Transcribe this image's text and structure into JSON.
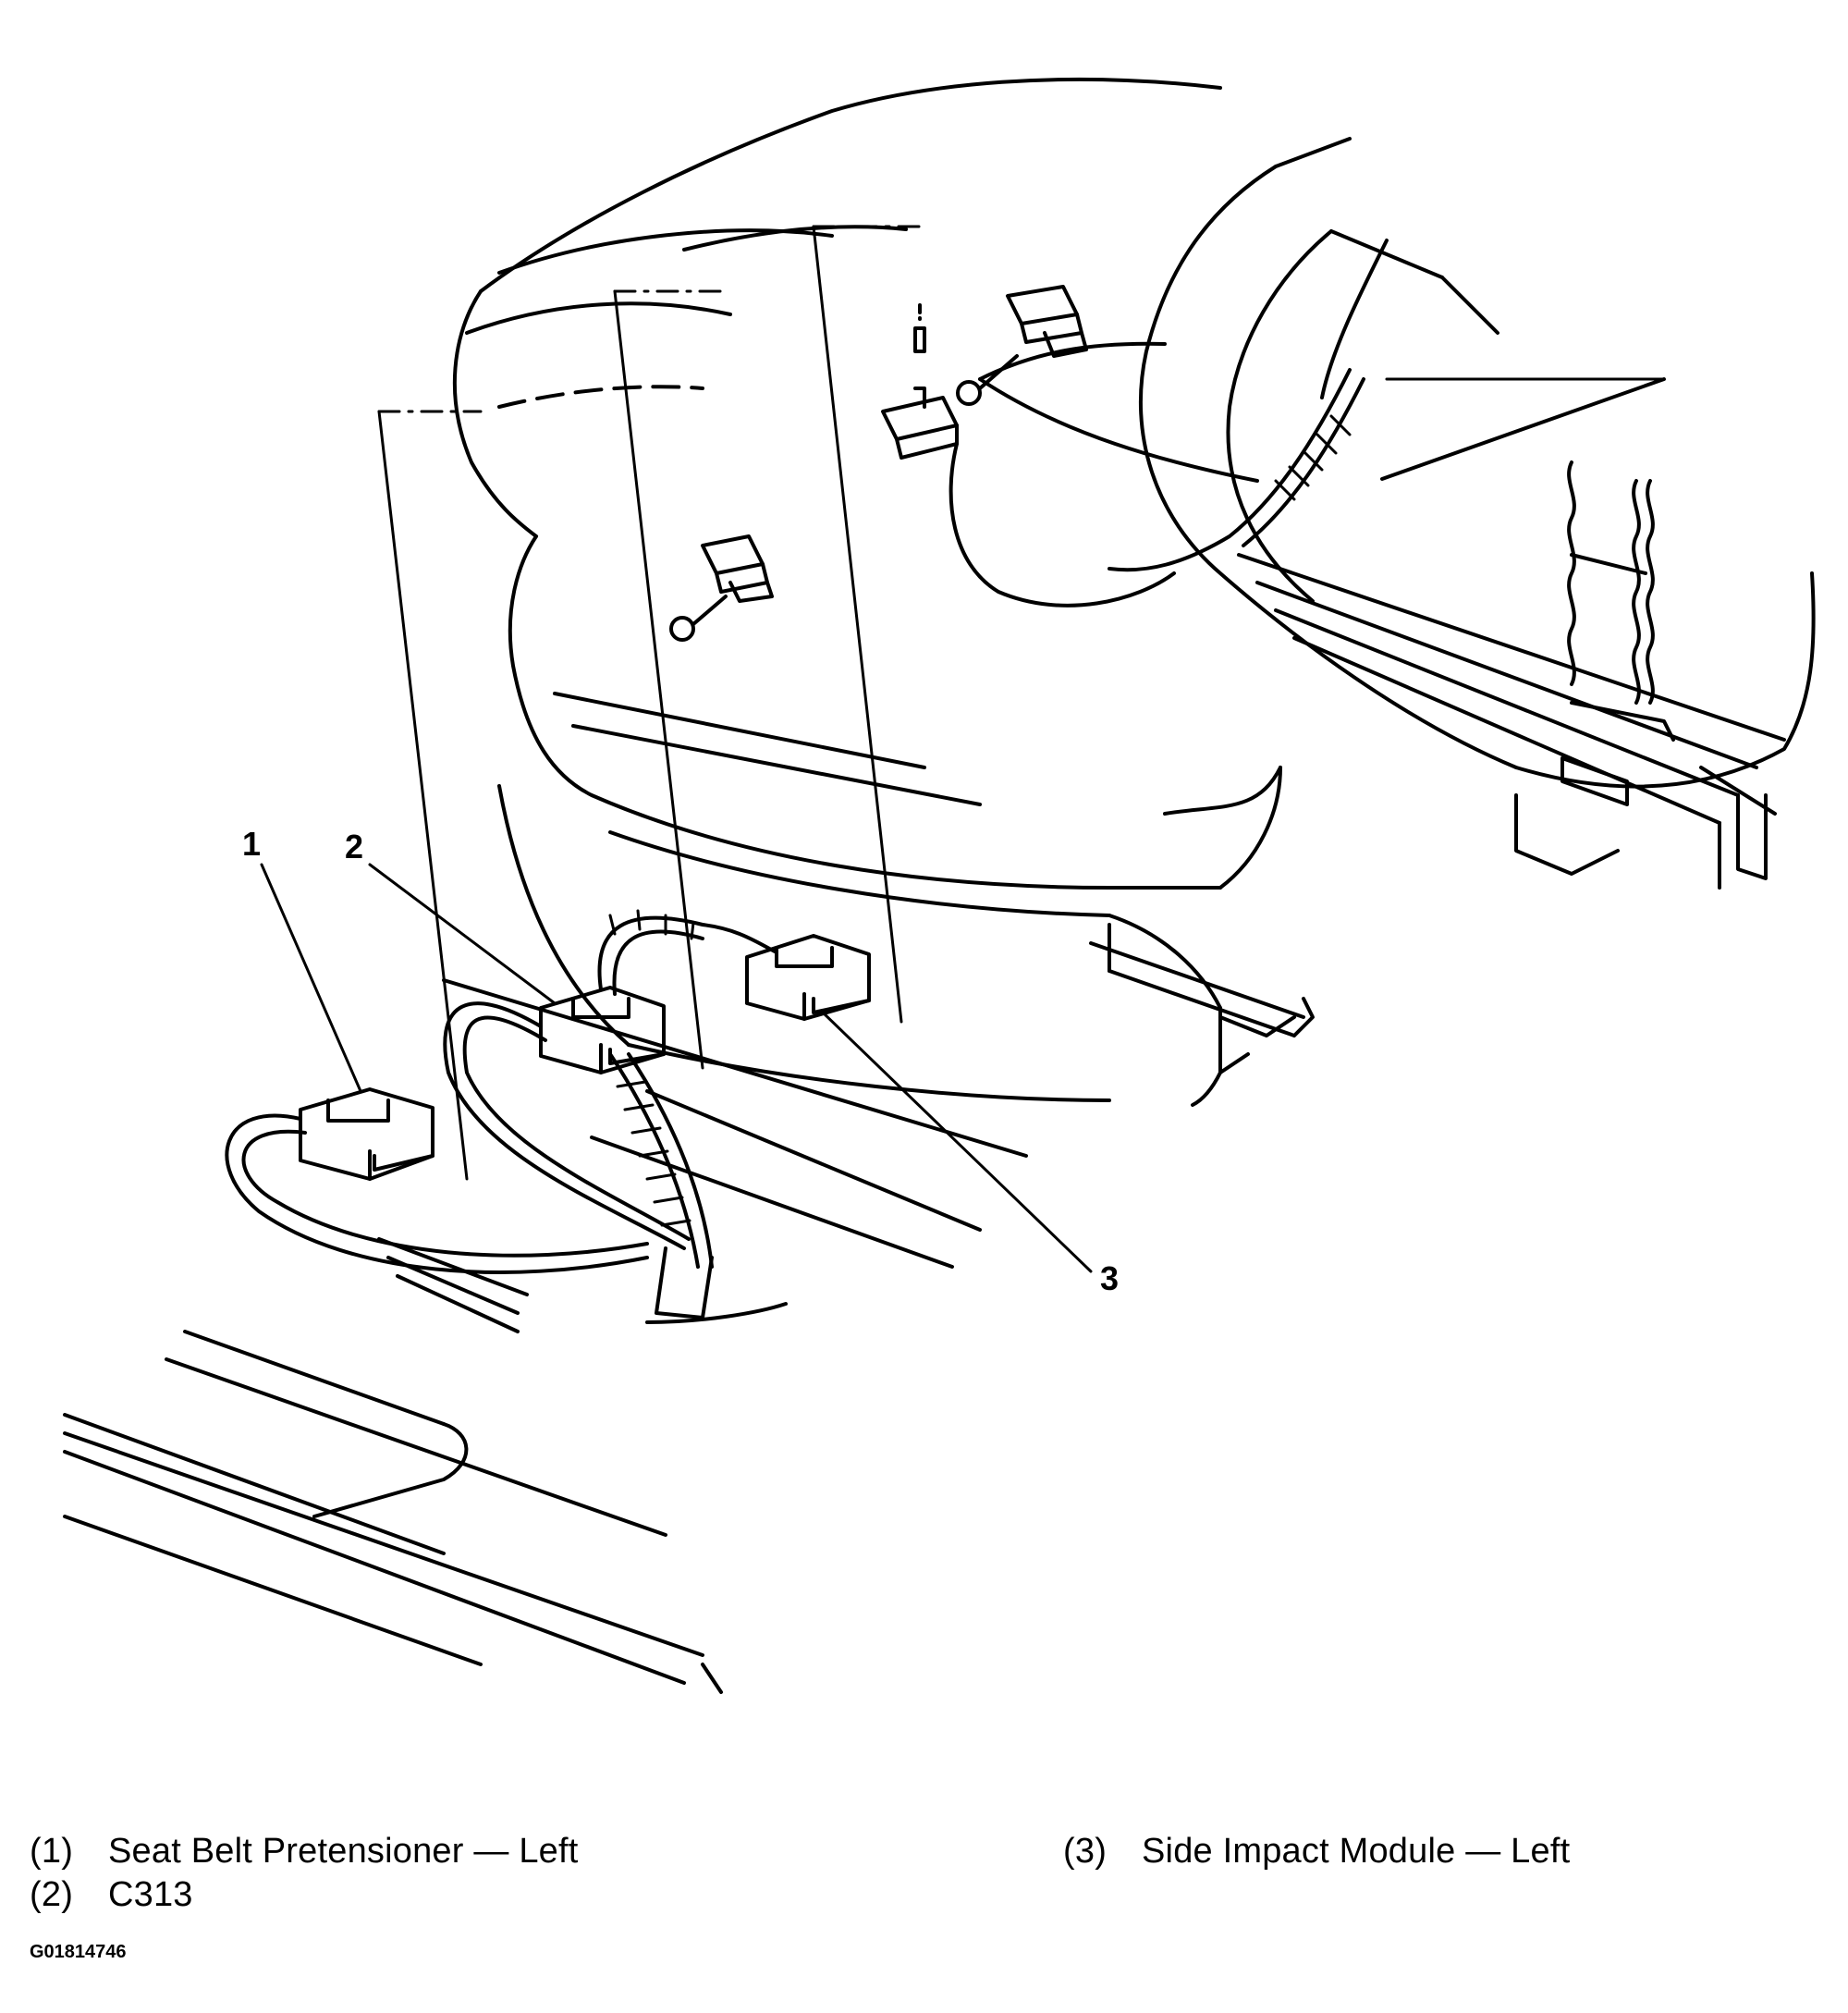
{
  "figure": {
    "callouts": [
      "1",
      "2",
      "3"
    ],
    "legend": [
      {
        "number": "(1)",
        "label": "Seat Belt Pretensioner — Left"
      },
      {
        "number": "(2)",
        "label": "C313"
      },
      {
        "number": "(3)",
        "label": "Side Impact Module — Left"
      }
    ],
    "code": "G01814746"
  }
}
